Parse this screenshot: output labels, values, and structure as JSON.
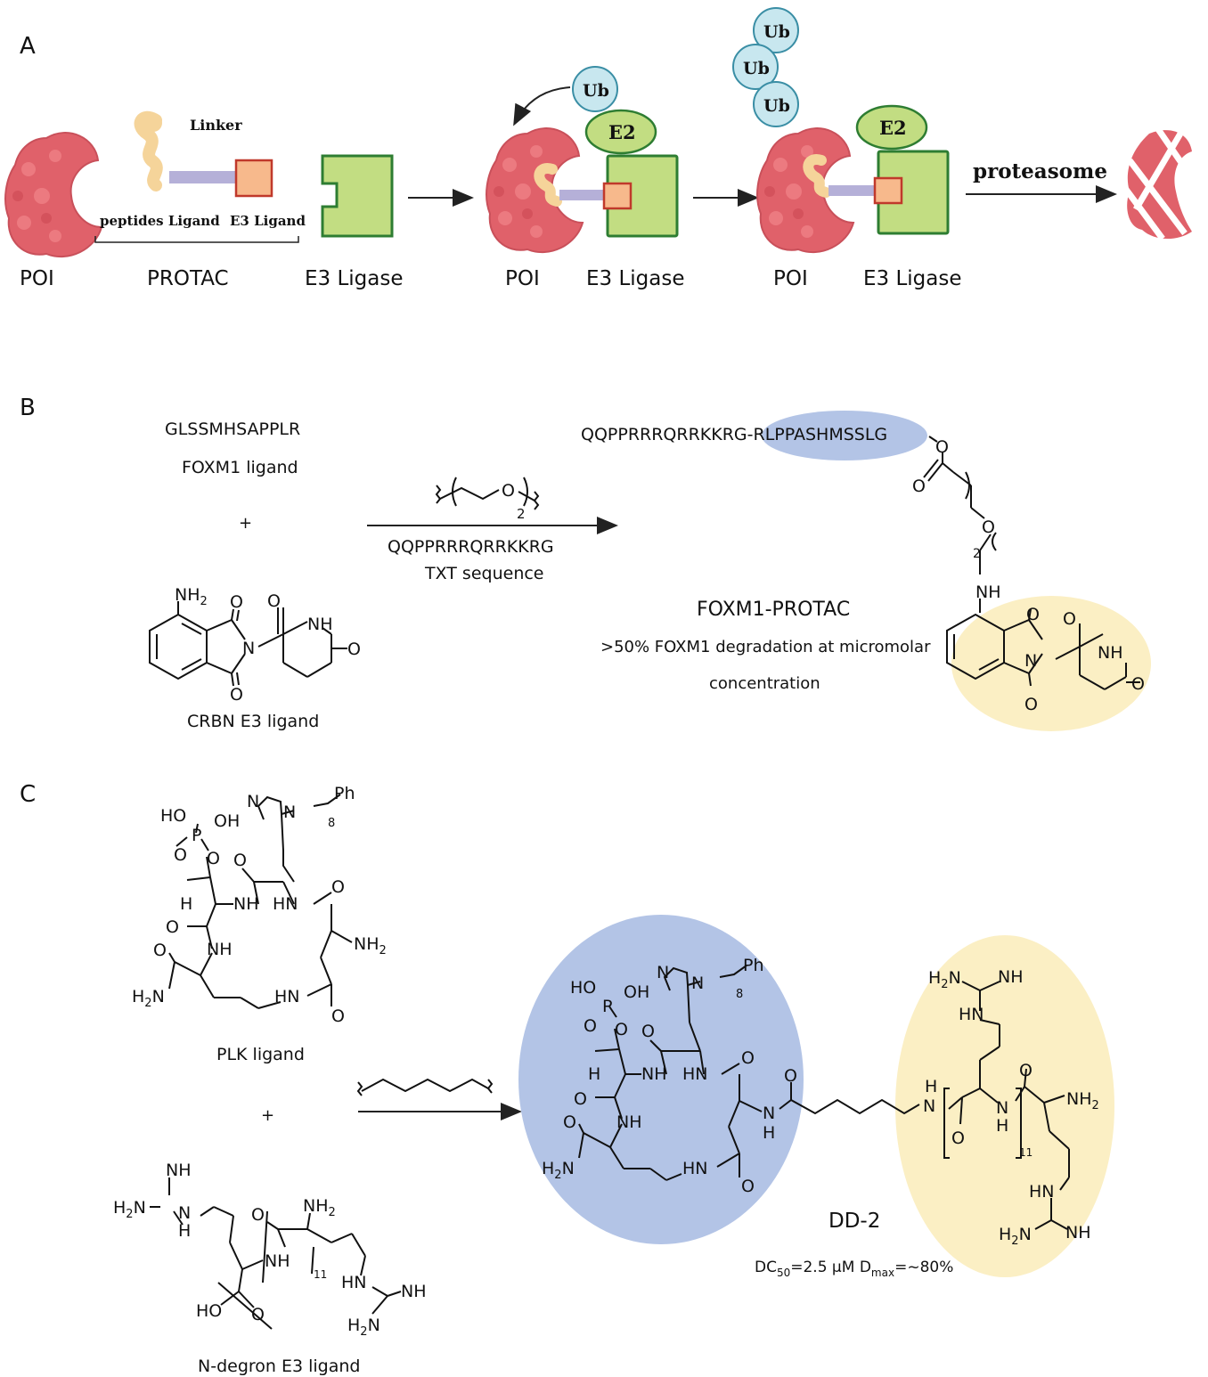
{
  "panels": {
    "a": "A",
    "b": "B",
    "c": "C"
  },
  "a": {
    "linker": "Linker",
    "peptides_ligand": "peptides Ligand",
    "e3_ligand": "E3 Ligand",
    "poi": "POI",
    "protac": "PROTAC",
    "e3_ligase": "E3 Ligase",
    "ub": "Ub",
    "e2": "E2",
    "proteasome": "proteasome"
  },
  "b": {
    "foxm1_sequence": "GLSSMHSAPPLR",
    "foxm1_ligand": "FOXM1 ligand",
    "plus": "+",
    "crbn_label": "CRBN E3 ligand",
    "peg_repeat": "2",
    "txt_seq": "QQPPRRRQRRKKRG",
    "txt_label": "TXT sequence",
    "product_seq_left": "QQPPRRRQRRKKRG-",
    "product_seq_right": "RLPPASHMSSLG",
    "product_name": "FOXM1-PROTAC",
    "product_note_1": ">50% FOXM1 degradation at micromolar",
    "product_note_2": "concentration",
    "atoms": {
      "nh2": "NH",
      "nh2_sub": "2",
      "o": "O",
      "nh": "NH",
      "n": "N"
    }
  },
  "c": {
    "plk_label": "PLK ligand",
    "plus": "+",
    "ndegron_label": "N-degron E3 ligand",
    "product_name": "DD-2",
    "dc50": "DC",
    "dc50_sub": "50",
    "dc50_value": "=2.5  µM  D",
    "dmax_sub": "max",
    "dmax_value": "=~80%",
    "atoms": {
      "ph": "Ph",
      "ho": "HO",
      "oh": "OH",
      "p": "P",
      "o": "O",
      "n": "N",
      "nh": "NH",
      "hn": "HN",
      "nh2": "NH",
      "h2n": "H",
      "sub2": "2",
      "sub8": "8",
      "sub11": "11",
      "h": "H"
    }
  },
  "colors": {
    "poi": "#e0616a",
    "poi_light": "#f08b90",
    "e3_fill": "#c2dd82",
    "e3_stroke": "#2e7d32",
    "ub_fill": "#c8e7ef",
    "ub_stroke": "#3a8ea5",
    "linker": "#f5d49a",
    "linker_bar": "#b5b0d8",
    "e3_ligand_fill": "#f7b98c",
    "e3_ligand_stroke": "#c0392b",
    "blue_highlight": "#b3c4e6",
    "yellow_highlight": "#fbefc4"
  }
}
